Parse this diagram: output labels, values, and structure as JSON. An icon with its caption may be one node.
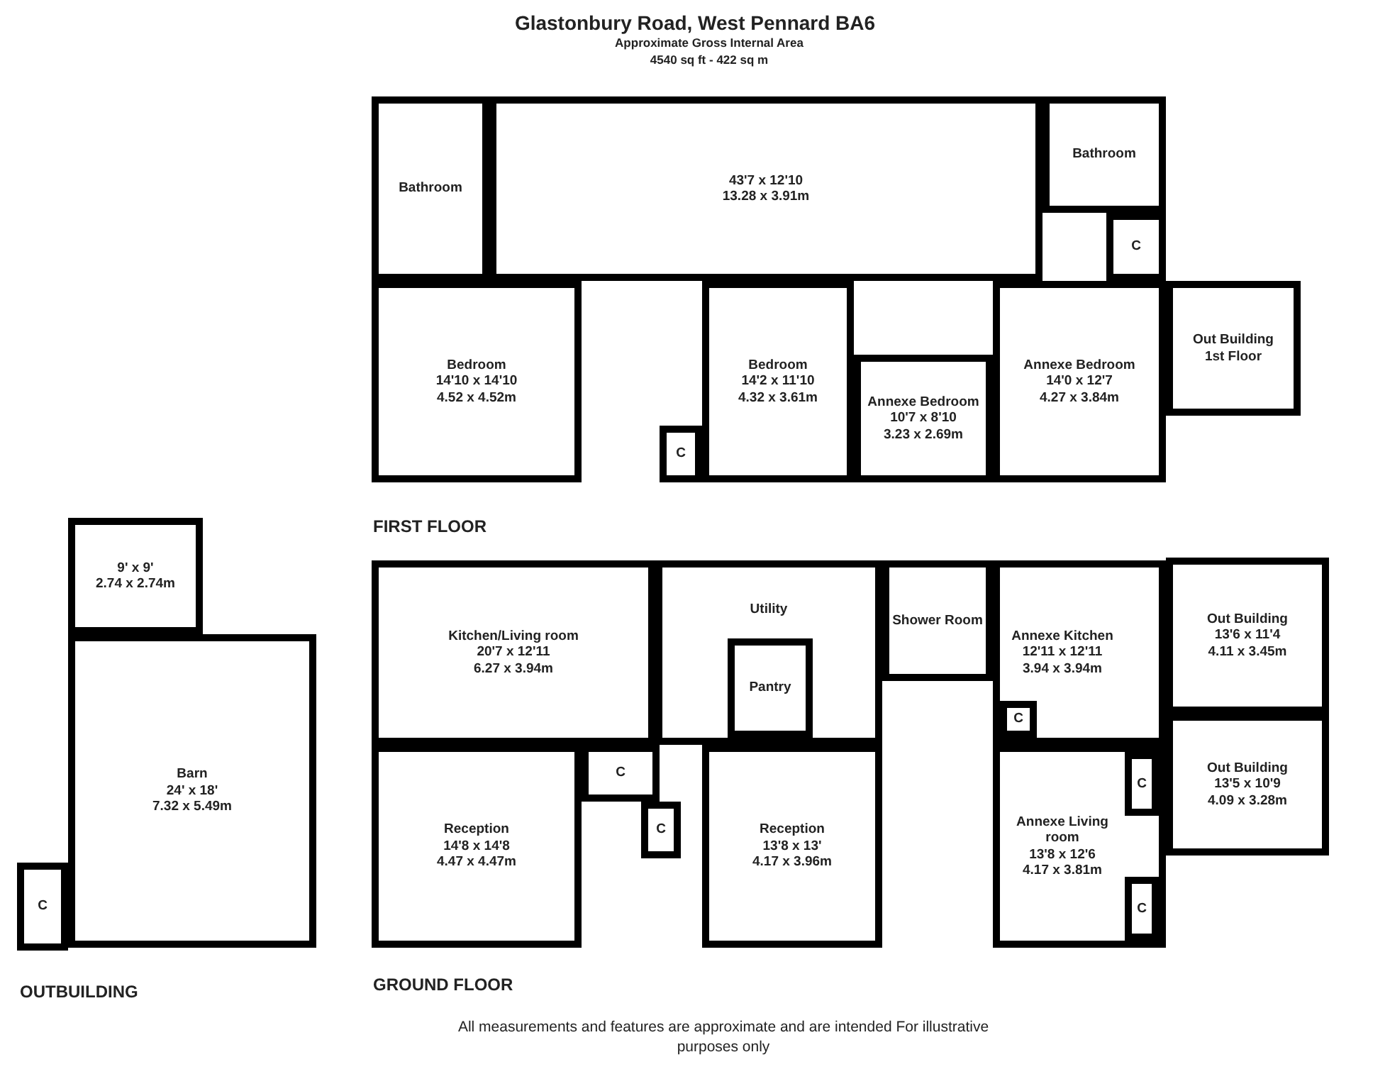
{
  "diagram": {
    "title": "Glastonbury Road, West Pennard BA6",
    "caption": "All measurements and features are approximate and are intended For illustrative purposes only",
    "nodes": [
      {
        "text": [
          "Bathroom"
        ]
      },
      {
        "text": [
          "43'7 x 12'10",
          "13.28 x 3.91m"
        ]
      },
      {
        "text": [
          "Bathroom"
        ]
      },
      {
        "text": [
          "C"
        ]
      },
      {
        "text": [
          "Bedroom",
          "14'10 x 14'10",
          "4.52 x 4.52m"
        ]
      },
      {
        "text": [
          "C"
        ]
      },
      {
        "text": [
          "Bedroom",
          "14'2 x 11'10",
          "4.32 x 3.61m"
        ]
      },
      {
        "text": [
          "Annexe Bedroom",
          "10'7 x 8'10",
          "3.23 x 2.69m"
        ]
      },
      {
        "text": [
          "Annexe Bedroom",
          "14'0 x 12'7",
          "4.27 x 3.84m"
        ]
      },
      {
        "text": [
          "Out Building",
          "1st Floor"
        ]
      },
      {
        "text": [
          "Kitchen/Living room",
          "20'7 x 12'11",
          "6.27 x 3.94m"
        ]
      },
      {
        "text": [
          "Utility"
        ]
      },
      {
        "text": [
          "Pantry"
        ],
        "in": 11
      },
      {
        "text": [
          "Shower Room"
        ]
      },
      {
        "text": [
          "Annexe Kitchen",
          "12'11 x 12'11",
          "3.94 x 3.94m"
        ]
      },
      {
        "text": [
          "C"
        ],
        "in": 14
      },
      {
        "text": [
          "Out Building",
          "13'6 x 11'4",
          "4.11 x 3.45m"
        ]
      },
      {
        "text": [
          "Out Building",
          "13'5 x 10'9",
          "4.09 x 3.28m"
        ]
      },
      {
        "text": [
          "Reception",
          "14'8 x 14'8",
          "4.47 x 4.47m"
        ]
      },
      {
        "text": [
          "C"
        ]
      },
      {
        "text": [
          "C"
        ]
      },
      {
        "text": [
          "Reception",
          "13'8 x 13'",
          "4.17 x 3.96m"
        ]
      },
      {
        "text": [
          "Annexe Living room",
          "13'8 x 12'6",
          "4.17 x 3.81m"
        ]
      },
      {
        "text": [
          "C"
        ],
        "in": 22
      },
      {
        "text": [
          "C"
        ],
        "in": 22
      },
      {
        "text": [
          "9' x 9'",
          "2.74 x 2.74m"
        ]
      },
      {
        "text": [
          "Barn",
          "24' x 18'",
          "7.32 x 5.49m"
        ]
      },
      {
        "text": [
          "C"
        ]
      }
    ],
    "labels": [
      "Approximate Gross Internal Area",
      "4540 sq ft - 422 sq m",
      "FIRST FLOOR",
      "GROUND FLOOR",
      "OUTBUILDING"
    ]
  }
}
